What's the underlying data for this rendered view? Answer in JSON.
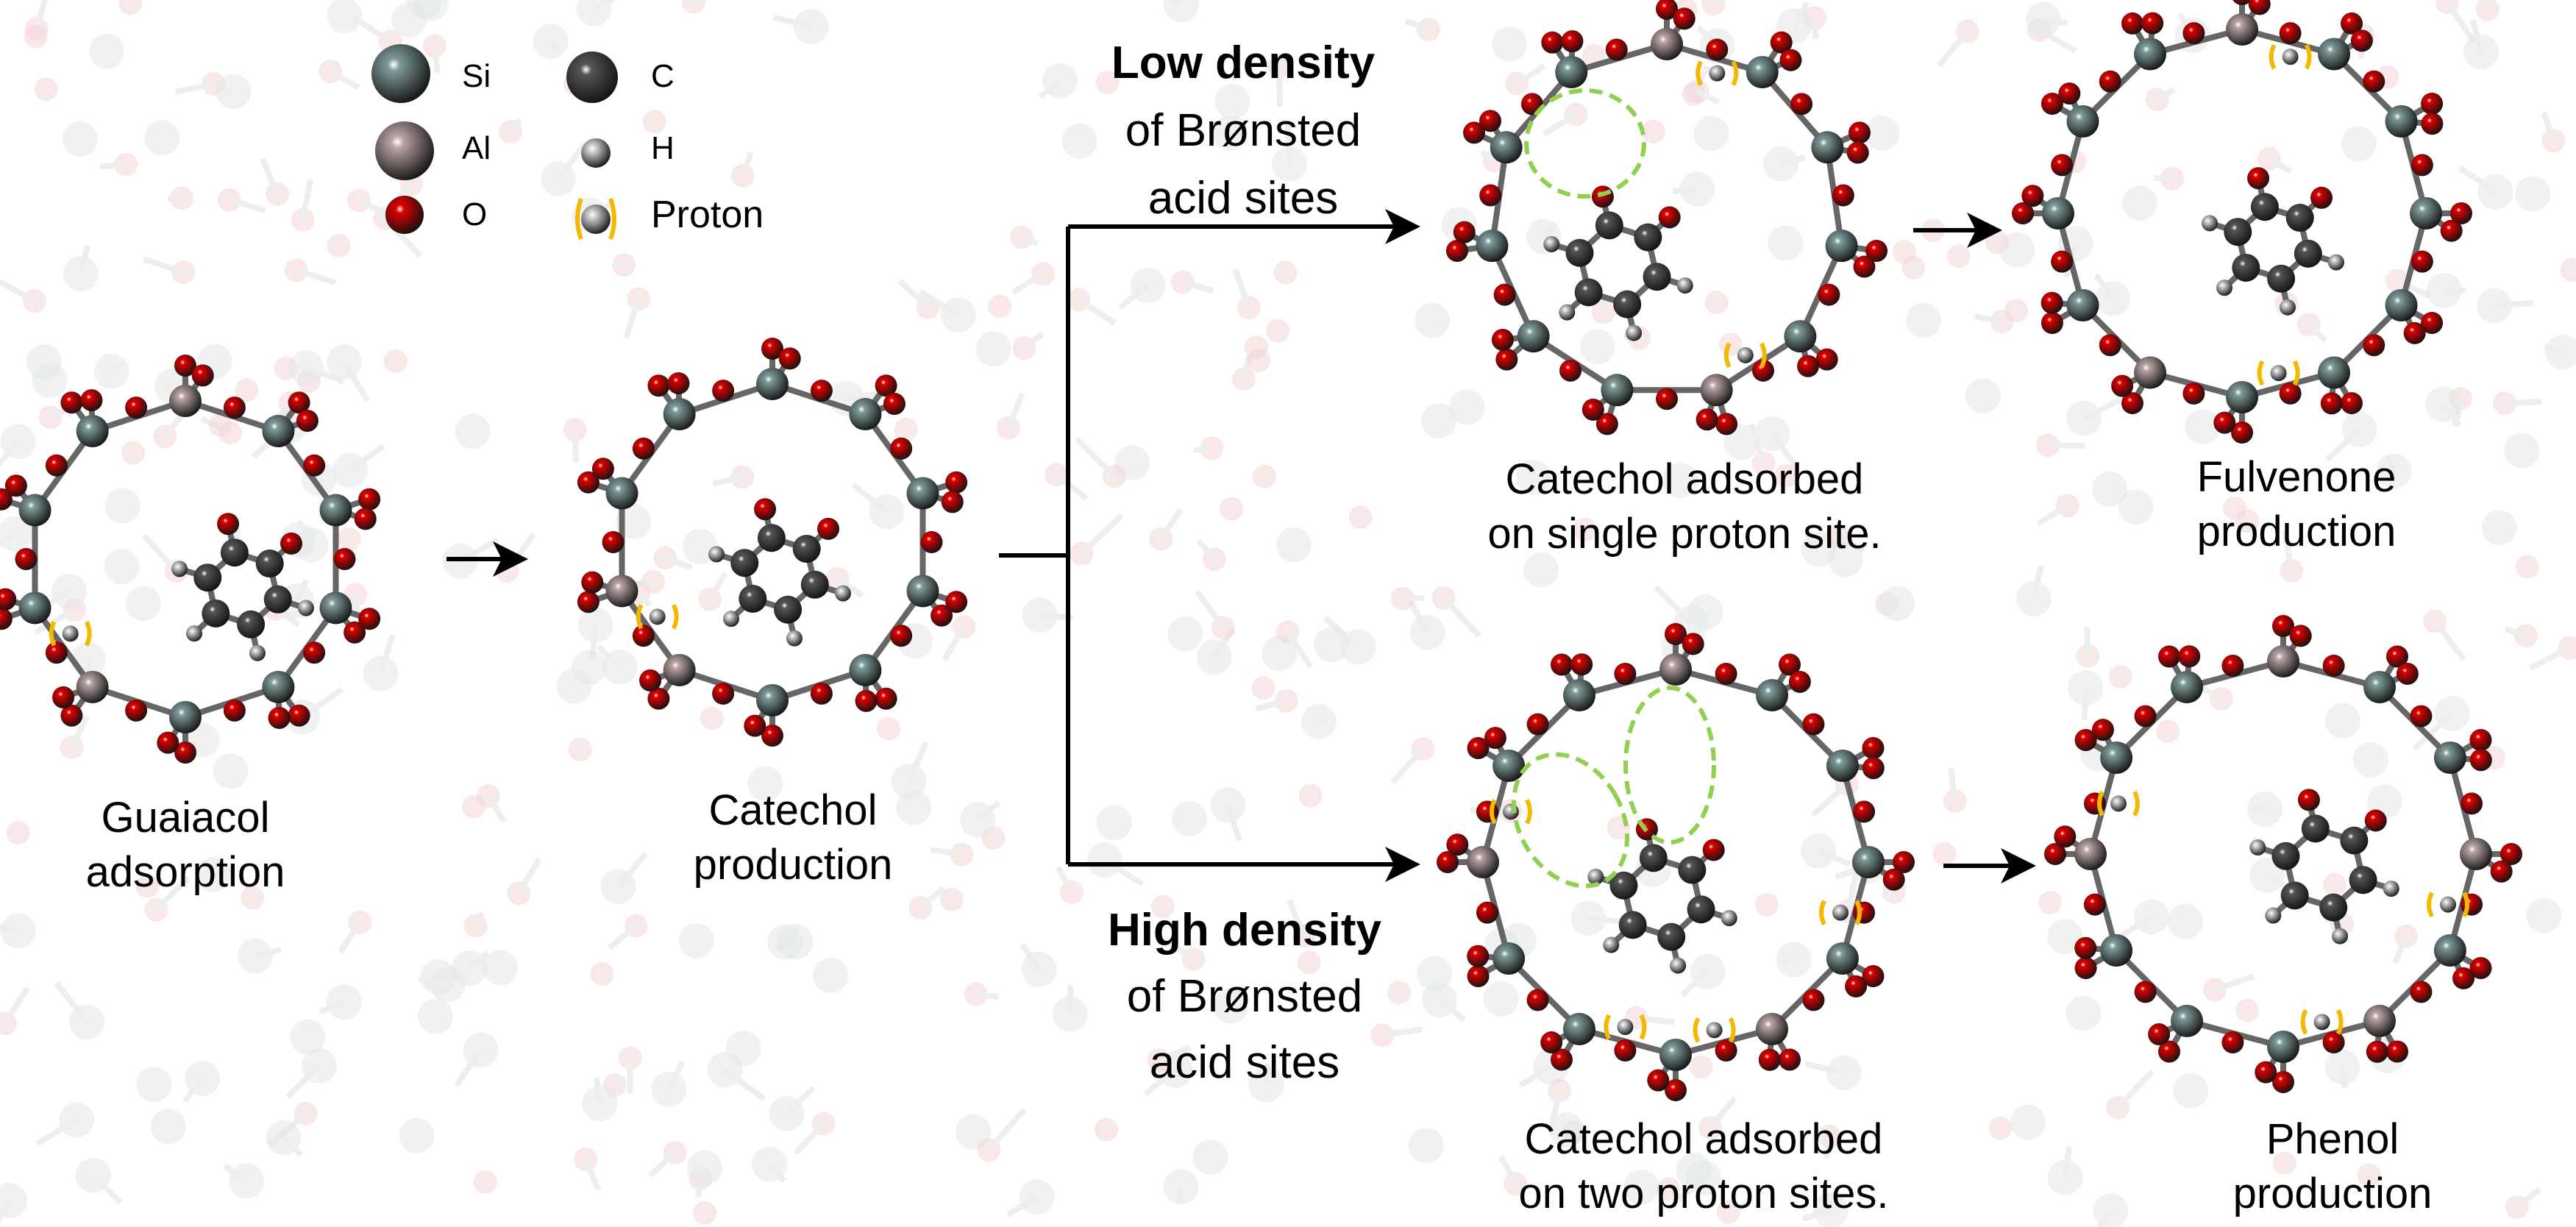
{
  "legend": {
    "items": [
      {
        "symbol": "Si",
        "color": "#7f9a9a"
      },
      {
        "symbol": "C",
        "color": "#555555"
      },
      {
        "symbol": "Al",
        "color": "#b9a3a3"
      },
      {
        "symbol": "H",
        "color": "#d8d8d8"
      },
      {
        "symbol": "O",
        "color": "#e00000"
      },
      {
        "symbol": "Proton",
        "color": "#f5b800"
      }
    ]
  },
  "stages": {
    "guaiacol": [
      "Guaiacol",
      "adsorption"
    ],
    "catechol": [
      "Catechol",
      "production"
    ],
    "single_site": [
      "Catechol adsorbed",
      "on single proton site."
    ],
    "fulvenone": [
      "Fulvenone",
      "production"
    ],
    "two_sites": [
      "Catechol adsorbed",
      "on two proton sites."
    ],
    "phenol": [
      "Phenol",
      "production"
    ]
  },
  "branches": {
    "low": {
      "bold": "Low density",
      "line2": "of Brønsted",
      "line3": "acid sites"
    },
    "high": {
      "bold": "High density",
      "line2": "of Brønsted",
      "line3": "acid sites"
    }
  },
  "colors": {
    "si": "#7f9a9a",
    "al": "#b9a3a3",
    "o": "#e00000",
    "c": "#555555",
    "h": "#d8d8d8",
    "proton_bracket": "#f5b800",
    "highlight": "#8fd14f"
  }
}
